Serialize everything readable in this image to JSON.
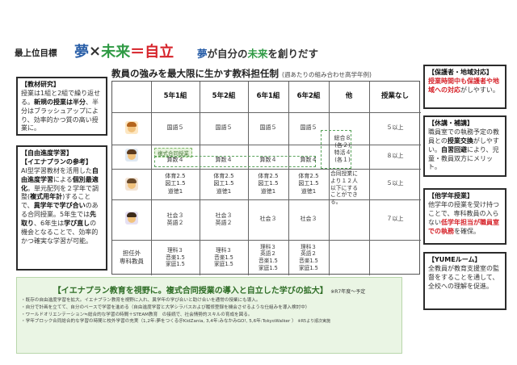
{
  "header": {
    "label": "最上位目標",
    "goal": {
      "w1": "夢",
      "op1": "×",
      "w2": "未来",
      "op2": "＝",
      "w3": "自立"
    },
    "sub": {
      "p1": "夢",
      "p2": "が自分の",
      "p3": "未来",
      "p4": "を創りだす"
    }
  },
  "table_title": "教員の強みを最大限に生かす教科担任制",
  "table_note": "(週あたりの組み合わせ高学年例)",
  "columns": [
    "5年1組",
    "5年2組",
    "6年1組",
    "6年2組",
    "他",
    "授業なし"
  ],
  "rows": [
    {
      "cells": [
        "国語５",
        "国語５",
        "国語５",
        "国語５"
      ],
      "none": "５以上"
    },
    {
      "cells": [
        "算数４",
        "算数４",
        "算数４",
        "算数４"
      ],
      "none": "８以上"
    },
    {
      "cells": [
        "体育2.5\n図工1.5\n道徳1",
        "体育2.5\n図工1.5\n道徳1",
        "体育2.5\n図工1.5\n道徳1",
        "体育2.5\n図工1.5\n道徳1"
      ],
      "none": "５以上"
    },
    {
      "cells": [
        "社会３\n英語２",
        "社会３\n英語２",
        "社会３",
        "社会３"
      ],
      "none": "７以上"
    },
    {
      "label": "担任外\n専科教員",
      "cells": [
        "理科３\n音楽1.5\n家庭1.5",
        "理科３\n音楽1.5\n家庭1.5",
        "理科３\n英語２\n音楽1.5\n家庭1.5",
        "理科３\n英語２\n音楽1.5\n家庭1.5"
      ],
      "none": ""
    }
  ],
  "other_col": {
    "math": "総合８\n(各２)\n特活４\n(各１)",
    "joint": "合同授業に\nより１２人\n以下にする\nことができ\nる。"
  },
  "joint_label": "複式合同授業",
  "boxes": {
    "kyouzai": {
      "title": "【教材研究】",
      "t1": "授業は1組と2組で繰り返せる。",
      "b1": "新規の授業は半分",
      "t2": "、半分はブラッシュアップにより、効率的かつ質の高い授業に。"
    },
    "jiyu": {
      "title": "【自由進度学習】",
      "title2": "【イエナプランの参考】",
      "t1": "AI型学習教材を活用した",
      "b1": "自由進度学習",
      "t2": "による",
      "b2": "個別最適化",
      "t3": "。単元配列を２学年で調整(",
      "b3": "複式用年計",
      "t4": ")することで、",
      "b4": "異学年で学び合い",
      "t5": "のある合同授業。5年生では",
      "b5": "先取り",
      "t6": "、6年生は",
      "b6": "学び直し",
      "t7": "の機会となることで、効率的かつ確実な学習が可能。"
    },
    "hogosha": {
      "title": "【保護者・地域対応】",
      "b1": "授業時間中も保護者や地域への対応",
      "t1": "がしやすい。"
    },
    "kyukei": {
      "title": "【休講・補講】",
      "t1": "職員室での執務予定の教員との",
      "b1": "授業交換",
      "t2": "がしやすい。",
      "b2": "自習回避",
      "t3": "により、児童・教員双方にメリット。"
    },
    "tagaku": {
      "title": "【他学年授業】",
      "t1": "他学年の授業を受け持つことで、専科教員の入らない",
      "b1": "低学年担当が職員室での執務",
      "t2": "を確保。"
    },
    "yume": {
      "title": "【YUMEルーム】",
      "t1": "全教員が教育支援室の監督をすることを通して、全校への理解を促進。"
    }
  },
  "banner": {
    "title": "【イエナプラン教育を視野に。複式合同授業の導入と自立した学びの拡大】",
    "note": "※R7年度～予定",
    "items": [
      "・既存の自由進度学習を拡大。イエナプラン教育を視野に入れ、異学年の学び合いと助け合いを通常の授業にも導入。",
      "・自分で計画を立てて、自分のペースで学習を進める（自由進度学習と大学シラバスおよび履修登録を機会させるような仕組みを導入検討中）",
      "・ワールドオリエンテーション≒総合的な学習の時間＋STEAM教育　の接続で、社会情勢的スキルの育成を図る。",
      "・学年ブロック合同総合的な学習の時間と校外学習の充実（1,2年:夢をつくる＠KidZania, 3,4年:みなかみGO!, 5,6年:TokyoWalker ）",
      "※R5より順次実施"
    ]
  }
}
